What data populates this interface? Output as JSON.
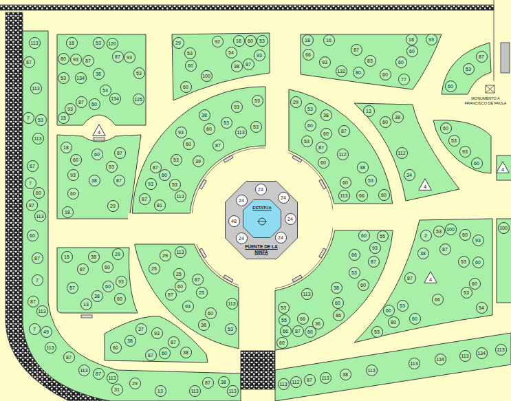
{
  "diagram": {
    "nodes": [
      {
        "text": [
          "FUENTE DE LA NINFA"
        ]
      },
      {
        "text": [
          "ESTATUA"
        ],
        "in": 0
      },
      {
        "text": [
          "24"
        ],
        "in": 0
      },
      {
        "text": [
          "24"
        ],
        "in": 0
      },
      {
        "text": [
          "24"
        ],
        "in": 0
      },
      {
        "text": [
          "48"
        ],
        "in": 0
      },
      {
        "text": [
          "24"
        ],
        "in": 0
      },
      {
        "text": [
          "24"
        ],
        "in": 0
      },
      {
        "text": [
          "24"
        ],
        "in": 0
      },
      {
        "text": [
          "18"
        ]
      },
      {
        "text": [
          "53"
        ]
      },
      {
        "text": [
          "120"
        ]
      },
      {
        "text": [
          "80"
        ]
      },
      {
        "text": [
          "93"
        ]
      },
      {
        "text": [
          "87"
        ]
      },
      {
        "text": [
          "87"
        ]
      },
      {
        "text": [
          "93"
        ]
      },
      {
        "text": [
          "38"
        ]
      },
      {
        "text": [
          "53"
        ]
      },
      {
        "text": [
          "53"
        ]
      },
      {
        "text": [
          "134"
        ]
      },
      {
        "text": [
          "53"
        ]
      },
      {
        "text": [
          "87"
        ]
      },
      {
        "text": [
          "60"
        ]
      },
      {
        "text": [
          "134"
        ]
      },
      {
        "text": [
          "125"
        ]
      },
      {
        "text": [
          "93"
        ]
      },
      {
        "text": [
          "15"
        ]
      },
      {
        "text": [
          "4"
        ]
      },
      {
        "text": [
          "29"
        ]
      },
      {
        "text": [
          "92"
        ]
      },
      {
        "text": [
          "18"
        ]
      },
      {
        "text": [
          "60"
        ]
      },
      {
        "text": [
          "53"
        ]
      },
      {
        "text": [
          "53"
        ]
      },
      {
        "text": [
          "54"
        ]
      },
      {
        "text": [
          "93"
        ]
      },
      {
        "text": [
          "60"
        ]
      },
      {
        "text": [
          "38"
        ]
      },
      {
        "text": [
          "87"
        ]
      },
      {
        "text": [
          "100"
        ]
      },
      {
        "text": [
          "60"
        ]
      },
      {
        "text": [
          "18"
        ]
      },
      {
        "text": [
          "16"
        ]
      },
      {
        "text": [
          "18"
        ]
      },
      {
        "text": [
          "93"
        ]
      },
      {
        "text": [
          "66"
        ]
      },
      {
        "text": [
          "87"
        ]
      },
      {
        "text": [
          "60"
        ]
      },
      {
        "text": [
          "93"
        ]
      },
      {
        "text": [
          "83"
        ]
      },
      {
        "text": [
          "60"
        ]
      },
      {
        "text": [
          "132"
        ]
      },
      {
        "text": [
          "80"
        ]
      },
      {
        "text": [
          "60"
        ]
      },
      {
        "text": [
          "77"
        ]
      },
      {
        "text": [
          "87"
        ]
      },
      {
        "text": [
          "53"
        ]
      },
      {
        "text": [
          "60"
        ]
      },
      {
        "text": [
          "113"
        ]
      },
      {
        "text": [
          "87"
        ]
      },
      {
        "text": [
          "113"
        ]
      },
      {
        "text": [
          "7"
        ]
      },
      {
        "text": [
          "53"
        ]
      },
      {
        "text": [
          "113"
        ]
      },
      {
        "text": [
          "67"
        ]
      },
      {
        "text": [
          "7"
        ]
      },
      {
        "text": [
          "60"
        ]
      },
      {
        "text": [
          "87"
        ]
      },
      {
        "text": [
          "113"
        ]
      },
      {
        "text": [
          "60"
        ]
      },
      {
        "text": [
          "87"
        ]
      },
      {
        "text": [
          "7"
        ]
      },
      {
        "text": [
          "87"
        ]
      },
      {
        "text": [
          "113"
        ]
      },
      {
        "text": [
          "7"
        ]
      },
      {
        "text": [
          "49"
        ]
      },
      {
        "text": [
          "113"
        ]
      },
      {
        "text": [
          "87"
        ]
      },
      {
        "text": [
          "113"
        ]
      },
      {
        "text": [
          "87"
        ]
      },
      {
        "text": [
          "113"
        ]
      },
      {
        "text": [
          "31"
        ]
      },
      {
        "text": [
          "29"
        ]
      },
      {
        "text": [
          "13"
        ]
      },
      {
        "text": [
          "113"
        ]
      },
      {
        "text": [
          "87"
        ]
      },
      {
        "text": [
          "38"
        ]
      },
      {
        "text": [
          "113"
        ]
      },
      {
        "text": [
          "113"
        ]
      },
      {
        "text": [
          "112"
        ]
      },
      {
        "text": [
          "87"
        ]
      },
      {
        "text": [
          "113"
        ]
      },
      {
        "text": [
          "38"
        ]
      },
      {
        "text": [
          "113"
        ]
      },
      {
        "text": [
          "113"
        ]
      },
      {
        "text": [
          "134"
        ]
      },
      {
        "text": [
          "113"
        ]
      },
      {
        "text": [
          "134"
        ]
      },
      {
        "text": [
          "113"
        ]
      },
      {
        "text": [
          "18"
        ]
      },
      {
        "text": [
          "60"
        ]
      },
      {
        "text": [
          "60"
        ]
      },
      {
        "text": [
          "87"
        ]
      },
      {
        "text": [
          "53"
        ]
      },
      {
        "text": [
          "93"
        ]
      },
      {
        "text": [
          "38"
        ]
      },
      {
        "text": [
          "87"
        ]
      },
      {
        "text": [
          "60"
        ]
      },
      {
        "text": [
          "29"
        ]
      },
      {
        "text": [
          "18"
        ]
      },
      {
        "text": [
          "53"
        ]
      },
      {
        "text": [
          "93"
        ]
      },
      {
        "text": [
          "38"
        ]
      },
      {
        "text": [
          "53"
        ]
      },
      {
        "text": [
          "60"
        ]
      },
      {
        "text": [
          "53"
        ]
      },
      {
        "text": [
          "93"
        ]
      },
      {
        "text": [
          "60"
        ]
      },
      {
        "text": [
          "87"
        ]
      },
      {
        "text": [
          "113"
        ]
      },
      {
        "text": [
          "53"
        ]
      },
      {
        "text": [
          "39"
        ]
      },
      {
        "text": [
          "87"
        ]
      },
      {
        "text": [
          "60"
        ]
      },
      {
        "text": [
          "93"
        ]
      },
      {
        "text": [
          "53"
        ]
      },
      {
        "text": [
          "87"
        ]
      },
      {
        "text": [
          "113"
        ]
      },
      {
        "text": [
          "81"
        ]
      },
      {
        "text": [
          "29"
        ]
      },
      {
        "text": [
          "53"
        ]
      },
      {
        "text": [
          "38"
        ]
      },
      {
        "text": [
          "60"
        ]
      },
      {
        "text": [
          "87"
        ]
      },
      {
        "text": [
          "60"
        ]
      },
      {
        "text": [
          "53"
        ]
      },
      {
        "text": [
          "87"
        ]
      },
      {
        "text": [
          "112"
        ]
      },
      {
        "text": [
          "60"
        ]
      },
      {
        "text": [
          "38"
        ]
      },
      {
        "text": [
          "53"
        ]
      },
      {
        "text": [
          "60"
        ]
      },
      {
        "text": [
          "113"
        ]
      },
      {
        "text": [
          "66"
        ]
      },
      {
        "text": [
          "60"
        ]
      },
      {
        "text": [
          "13"
        ]
      },
      {
        "text": [
          "60"
        ]
      },
      {
        "text": [
          "38"
        ]
      },
      {
        "text": [
          "112"
        ]
      },
      {
        "text": [
          "34"
        ]
      },
      {
        "text": [
          "4"
        ]
      },
      {
        "text": [
          "60"
        ]
      },
      {
        "text": [
          "53"
        ]
      },
      {
        "text": [
          "93"
        ]
      },
      {
        "text": [
          "60"
        ]
      },
      {
        "text": [
          "4"
        ]
      },
      {
        "text": [
          "60"
        ]
      },
      {
        "text": [
          "55"
        ]
      },
      {
        "text": [
          "93"
        ]
      },
      {
        "text": [
          "66"
        ]
      },
      {
        "text": [
          "87"
        ]
      },
      {
        "text": [
          "53"
        ]
      },
      {
        "text": [
          "60"
        ]
      },
      {
        "text": [
          "38"
        ]
      },
      {
        "text": [
          "60"
        ]
      },
      {
        "text": [
          "113"
        ]
      },
      {
        "text": [
          "53"
        ]
      },
      {
        "text": [
          "55"
        ]
      },
      {
        "text": [
          "66"
        ]
      },
      {
        "text": [
          "36"
        ]
      },
      {
        "text": [
          "86"
        ]
      },
      {
        "text": [
          "66"
        ]
      },
      {
        "text": [
          "87"
        ]
      },
      {
        "text": [
          "60"
        ]
      },
      {
        "text": [
          "60"
        ]
      },
      {
        "text": [
          "2"
        ]
      },
      {
        "text": [
          "53"
        ]
      },
      {
        "text": [
          "100"
        ]
      },
      {
        "text": [
          "60"
        ]
      },
      {
        "text": [
          "93"
        ]
      },
      {
        "text": [
          "38"
        ]
      },
      {
        "text": [
          "87"
        ]
      },
      {
        "text": [
          "53"
        ]
      },
      {
        "text": [
          "60"
        ]
      },
      {
        "text": [
          "87"
        ]
      },
      {
        "text": [
          "4"
        ]
      },
      {
        "text": [
          "60"
        ]
      },
      {
        "text": [
          "53"
        ]
      },
      {
        "text": [
          "66"
        ]
      },
      {
        "text": [
          "54"
        ]
      },
      {
        "text": [
          "53"
        ]
      },
      {
        "text": [
          "60"
        ]
      },
      {
        "text": [
          "60"
        ]
      },
      {
        "text": [
          "80"
        ]
      },
      {
        "text": [
          "53"
        ]
      },
      {
        "text": [
          "100"
        ]
      },
      {
        "text": [
          "15"
        ]
      },
      {
        "text": [
          "38"
        ]
      },
      {
        "text": [
          "29"
        ]
      },
      {
        "text": [
          "60"
        ]
      },
      {
        "text": [
          "87"
        ]
      },
      {
        "text": [
          "93"
        ]
      },
      {
        "text": [
          "60"
        ]
      },
      {
        "text": [
          "87"
        ]
      },
      {
        "text": [
          "38"
        ]
      },
      {
        "text": [
          "60"
        ]
      },
      {
        "text": [
          "13"
        ]
      },
      {
        "text": [
          "29"
        ]
      },
      {
        "text": [
          "113"
        ]
      },
      {
        "text": [
          "25"
        ]
      },
      {
        "text": [
          "25"
        ]
      },
      {
        "text": [
          "87"
        ]
      },
      {
        "text": [
          "60"
        ]
      },
      {
        "text": [
          "25"
        ]
      },
      {
        "text": [
          "87"
        ]
      },
      {
        "text": [
          "93"
        ]
      },
      {
        "text": [
          "60"
        ]
      },
      {
        "text": [
          "38"
        ]
      },
      {
        "text": [
          "113"
        ]
      },
      {
        "text": [
          "53"
        ]
      },
      {
        "text": [
          "37"
        ]
      },
      {
        "text": [
          "93"
        ]
      },
      {
        "text": [
          "87"
        ]
      },
      {
        "text": [
          "60"
        ]
      },
      {
        "text": [
          "38"
        ]
      },
      {
        "text": [
          "60"
        ]
      },
      {
        "text": [
          "38"
        ]
      },
      {
        "text": [
          "87"
        ]
      }
    ],
    "labels": [
      "MONUMENTO A FRANCISCO DE PAULA"
    ]
  }
}
